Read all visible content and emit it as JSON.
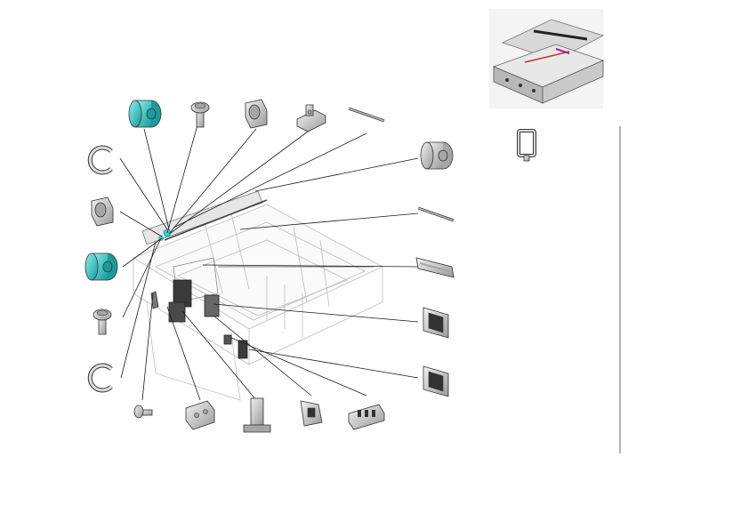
{
  "figure": {
    "kind": "exploded-parts-diagram",
    "part_style": {
      "line": "#333333",
      "fill": "#d9d9d9",
      "shade": "#a6a6a6",
      "highlight": "#33d1d1",
      "highlight_dark": "#1a9c9c",
      "leader": "#1a1a1a"
    },
    "main_assembly": {
      "name": "tray-assembly"
    },
    "inset": {
      "name": "inset-tray-overview"
    },
    "parts": [
      {
        "id": "roller-cyan-top",
        "shape": "roller",
        "highlight": true
      },
      {
        "id": "shaft-pin-top",
        "shape": "pin"
      },
      {
        "id": "bushing-top",
        "shape": "bushing"
      },
      {
        "id": "clip-holder-top",
        "shape": "holder"
      },
      {
        "id": "thin-rod-top",
        "shape": "rod"
      },
      {
        "id": "roller-gray-right",
        "shape": "roller"
      },
      {
        "id": "rod-right",
        "shape": "rod"
      },
      {
        "id": "guide-rail-right",
        "shape": "rail"
      },
      {
        "id": "bracket-right-1",
        "shape": "bracket"
      },
      {
        "id": "bracket-right-2",
        "shape": "bracket"
      },
      {
        "id": "e-ring-left-top",
        "shape": "ering"
      },
      {
        "id": "bushing-left",
        "shape": "bushing"
      },
      {
        "id": "roller-cyan-left",
        "shape": "roller",
        "highlight": true
      },
      {
        "id": "shaft-pin-left",
        "shape": "pin"
      },
      {
        "id": "e-ring-left-bottom",
        "shape": "ering"
      },
      {
        "id": "screw-bottom",
        "shape": "screw"
      },
      {
        "id": "plate-bottom",
        "shape": "plate"
      },
      {
        "id": "stand-bottom",
        "shape": "stand"
      },
      {
        "id": "latch-bottom",
        "shape": "latch"
      },
      {
        "id": "connector-bottom",
        "shape": "connector"
      },
      {
        "id": "frame-clip-inset",
        "shape": "frame"
      }
    ]
  }
}
